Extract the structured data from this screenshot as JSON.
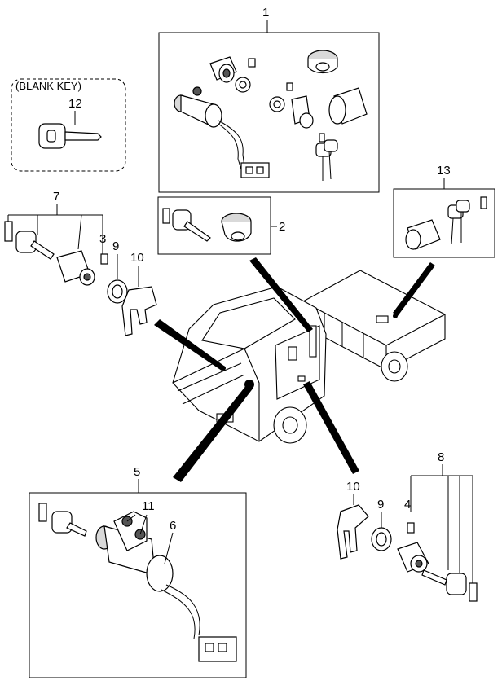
{
  "diagram": {
    "blank_key_caption": "(BLANK KEY)",
    "callouts": {
      "c1": "1",
      "c2": "2",
      "c3": "3",
      "c4": "4",
      "c5": "5",
      "c6": "6",
      "c7": "7",
      "c8": "8",
      "c9a": "9",
      "c9b": "9",
      "c10a": "10",
      "c10b": "10",
      "c11": "11",
      "c12": "12",
      "c13": "13"
    }
  }
}
